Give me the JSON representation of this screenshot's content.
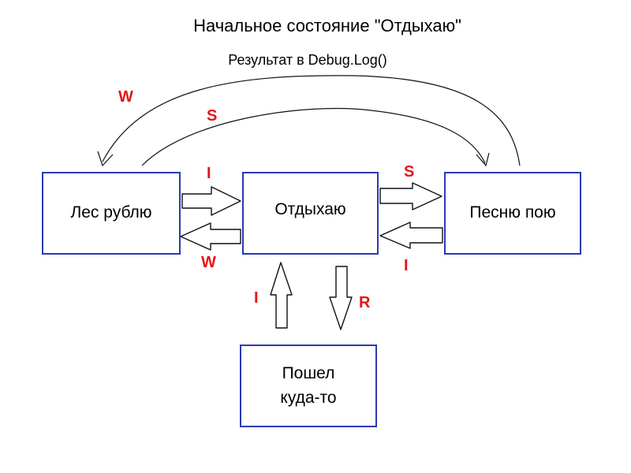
{
  "title": "Начальное состояние \"Отдыхаю\"",
  "subtitle": "Результат в Debug.Log()",
  "colors": {
    "box_border": "#2b3ab5",
    "key_label": "#e3151a",
    "arrow": "#111111"
  },
  "states": {
    "forest": "Лес рублю",
    "rest": "Отдыхаю",
    "song": "Песню пою",
    "away_line1": "Пошел",
    "away_line2": "куда-то"
  },
  "keys": {
    "forest_to_song": "S",
    "song_to_forest": "W",
    "forest_to_rest": "I",
    "rest_to_forest": "W",
    "rest_to_song": "S",
    "song_to_rest": "I",
    "away_to_rest": "I",
    "rest_to_away": "R"
  }
}
